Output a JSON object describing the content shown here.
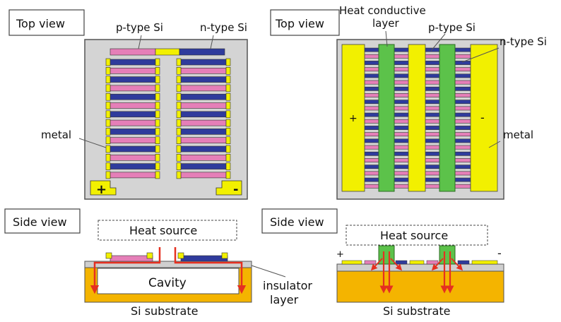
{
  "labels": {
    "top_view_left": "Top view",
    "top_view_right": "Top view",
    "side_view_left": "Side view",
    "side_view_right": "Side view",
    "p_type_left": "p-type Si",
    "n_type_left": "n-type Si",
    "metal_left": "metal",
    "plus_left": "+",
    "minus_left": "-",
    "heat_conductive": "Heat conductive",
    "heat_conductive_layer": "layer",
    "p_type_right": "p-type Si",
    "n_type_right": "n-type Si",
    "metal_right": "metal",
    "plus_right": "+",
    "minus_right": "-",
    "heat_source_left": "Heat source",
    "heat_source_right": "Heat source",
    "cavity": "Cavity",
    "si_substrate_left": "Si substrate",
    "si_substrate_right": "Si substrate",
    "insulator": "insulator",
    "insulator_layer": "layer",
    "side_plus": "+",
    "side_minus": "-"
  },
  "colors": {
    "p_type": "#e57fb8",
    "n_type": "#2f3b9c",
    "metal": "#f2f000",
    "heat_conductive": "#5cc24a",
    "substrate": "#f4b400",
    "panel_gray": "#d4d4d4",
    "arrow_red": "#e53020"
  }
}
